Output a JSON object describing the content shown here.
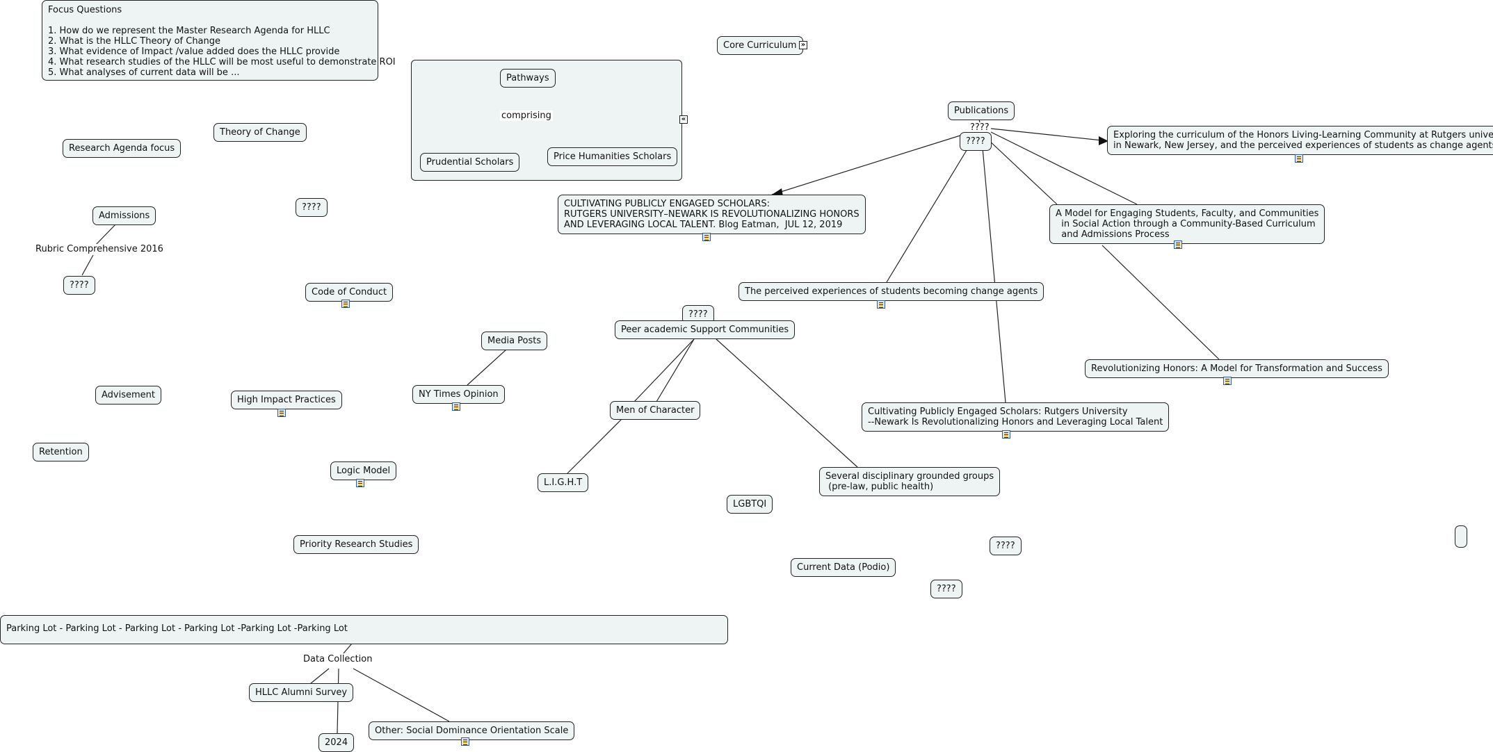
{
  "nodes": {
    "focus": "Focus Questions\n\n1. How do we represent the Master Research Agenda for HLLC\n2. What is the HLLC Theory of Change\n3. What evidence of Impact /value added does the HLLC provide\n4. What research studies of the HLLC will be most useful to demonstrate ROI\n5. What analyses of current data will be ...",
    "core_curriculum": "Core Curriculum",
    "pathways": "Pathways",
    "prudential": "Prudential Scholars",
    "price": "Price Humanities Scholars",
    "publications": "Publications",
    "pub_q": "????",
    "exploring": "Exploring the curriculum of the Honors Living-Learning Community at Rutgers university\nin Newark, New Jersey, and the perceived experiences of students as change agents",
    "cultivating_blog": "CULTIVATING PUBLICLY ENGAGED SCHOLARS:\nRUTGERS UNIVERSITY–NEWARK IS REVOLUTIONALIZING HONORS\nAND LEVERAGING LOCAL TALENT. Blog Eatman,  JUL 12, 2019",
    "a_model": "A Model for Engaging Students, Faculty, and Communities\n  in Social Action through a Community-Based Curriculum\n  and Admissions Process",
    "perceived": "The perceived experiences of students becoming change agents",
    "revolutionizing": "Revolutionizing Honors: A Model for Transformation and Success",
    "cultivating_pub": "Cultivating Publicly Engaged Scholars: Rutgers University\n--Newark Is Revolutionalizing Honors and Leveraging Local Talent",
    "theory": "Theory of Change",
    "research_agenda": "Research Agenda focus",
    "q_mid": "????",
    "admissions": "Admissions",
    "q_adm": "????",
    "code_conduct": "Code of Conduct",
    "q_peer": "????",
    "peer": "Peer academic Support Communities",
    "media_posts": "Media Posts",
    "nyt": "NY Times Opinion",
    "advisement": "Advisement",
    "hip": "High Impact Practices",
    "men": "Men of Character",
    "retention": "Retention",
    "logic": "Logic Model",
    "light": "L.I.G.H.T",
    "lgbtqi": "LGBTQI",
    "several": "Several disciplinary grounded groups\n (pre-law, public health)",
    "priority": "Priority Research Studies",
    "q_r1": "????",
    "current_data": "Current Data (Podio)",
    "q_r2": "????",
    "parking": "Parking Lot - Parking Lot - Parking Lot - Parking Lot -Parking Lot -Parking Lot",
    "alumni": "HLLC Alumni Survey",
    "y2024": "2024",
    "sdo": "Other: Social Dominance Orientation Scale",
    "empty": ""
  },
  "labels": {
    "comprising": "comprising",
    "pub_link": "????",
    "rubric": "Rubric Comprehensive 2016",
    "data_collection": "Data Collection"
  },
  "icons": {
    "resource": "resource-document-icon",
    "expand": "expand-icon",
    "collapse": "collapse-icon"
  },
  "colors": {
    "node_fill": "#eef3f4",
    "border": "#222222",
    "background": "#ffffff"
  }
}
